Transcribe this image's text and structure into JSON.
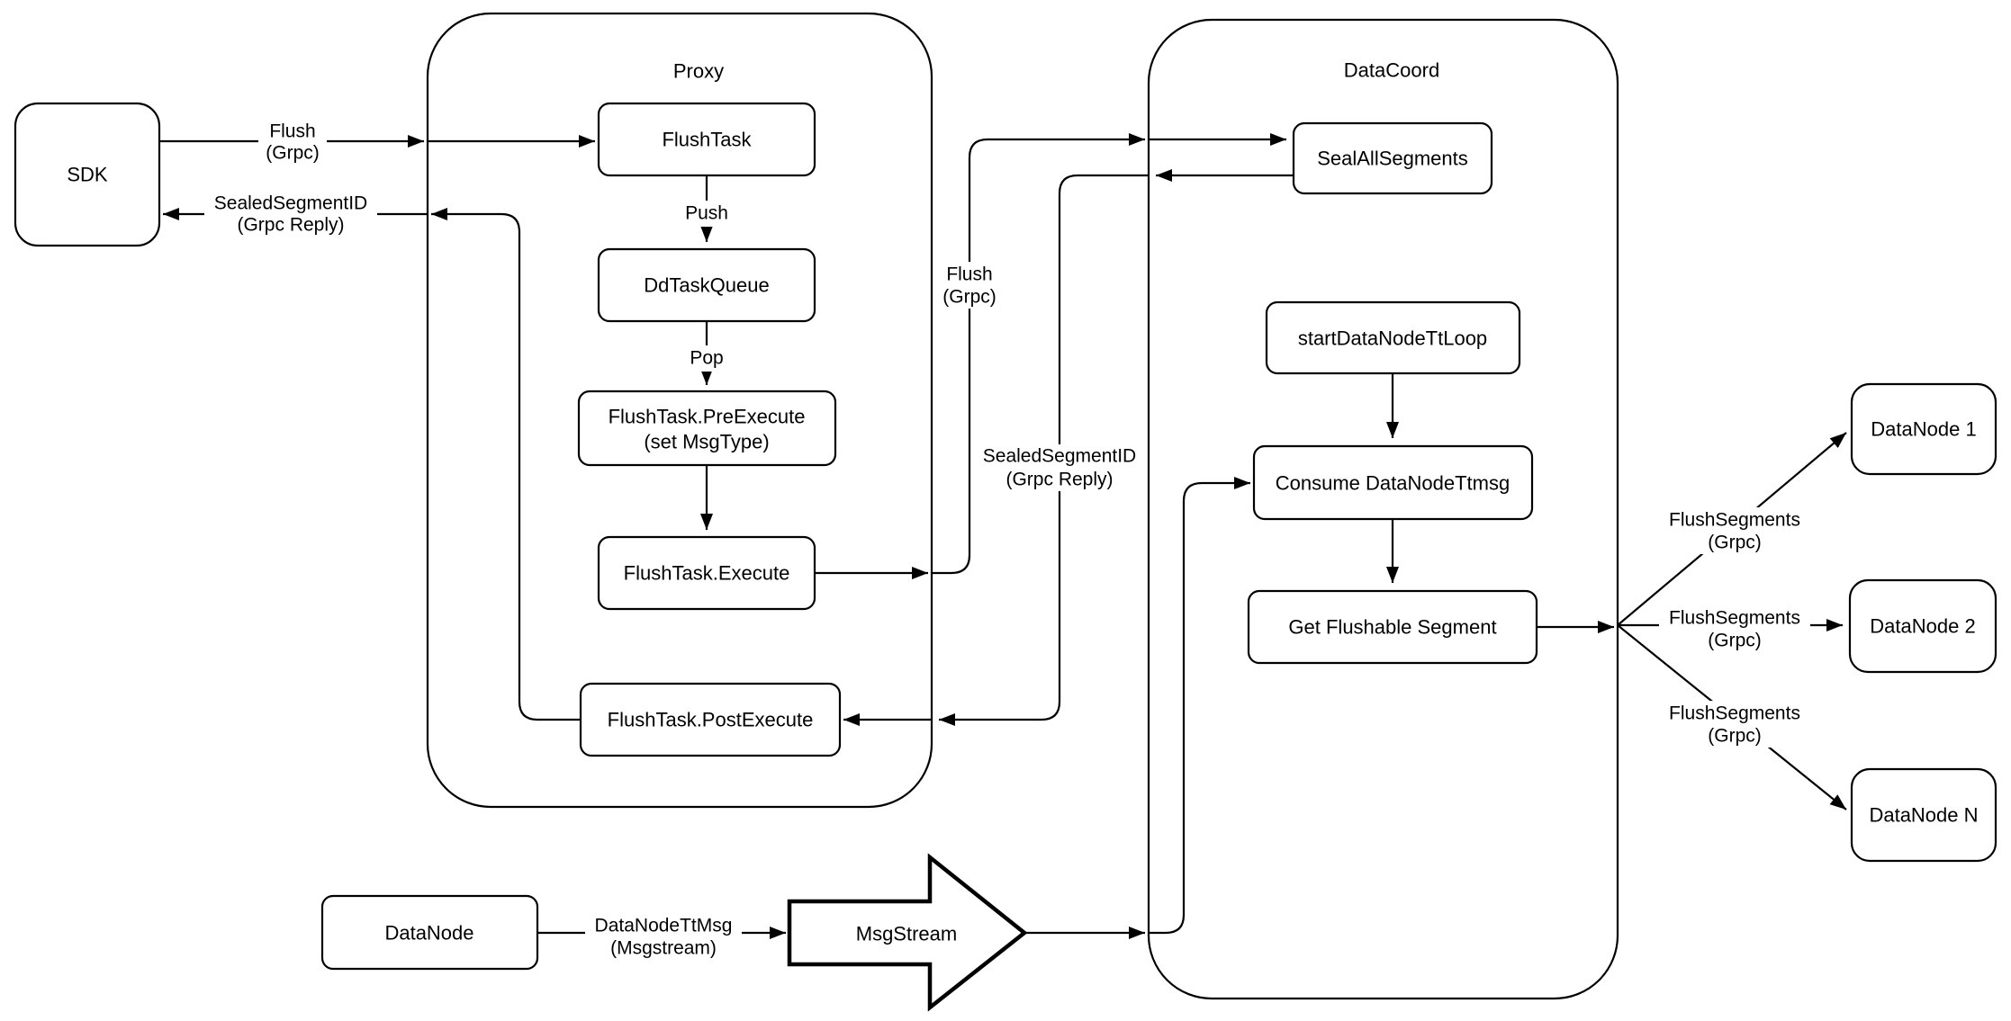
{
  "diagram": {
    "background_color": "#ffffff",
    "stroke_color": "#000000",
    "containers": {
      "proxy": {
        "title": "Proxy"
      },
      "datacoord": {
        "title": "DataCoord"
      }
    },
    "nodes": {
      "sdk": {
        "label": "SDK"
      },
      "flush_task": {
        "label": "FlushTask"
      },
      "dd_task_queue": {
        "label": "DdTaskQueue"
      },
      "pre_execute": {
        "line1": "FlushTask.PreExecute",
        "line2": "(set MsgType)"
      },
      "execute": {
        "label": "FlushTask.Execute"
      },
      "post_execute": {
        "label": "FlushTask.PostExecute"
      },
      "seal_all_segments": {
        "label": "SealAllSegments"
      },
      "start_loop": {
        "label": "startDataNodeTtLoop"
      },
      "consume": {
        "label": "Consume DataNodeTtmsg"
      },
      "get_flushable": {
        "label": "Get Flushable Segment"
      },
      "datanode1": {
        "label": "DataNode 1"
      },
      "datanode2": {
        "label": "DataNode 2"
      },
      "datanoden": {
        "label": "DataNode N"
      },
      "datanode_bottom": {
        "label": "DataNode"
      },
      "msgstream": {
        "label": "MsgStream"
      }
    },
    "edge_labels": {
      "sdk_flush": {
        "line1": "Flush",
        "line2": "(Grpc)"
      },
      "sdk_reply": {
        "line1": "SealedSegmentID",
        "line2": "(Grpc Reply)"
      },
      "push": {
        "label": "Push"
      },
      "pop": {
        "label": "Pop"
      },
      "mid_flush": {
        "line1": "Flush",
        "line2": "(Grpc)"
      },
      "mid_reply": {
        "line1": "SealedSegmentID",
        "line2": "(Grpc Reply)"
      },
      "flush_segments_1": {
        "line1": "FlushSegments",
        "line2": "(Grpc)"
      },
      "flush_segments_2": {
        "line1": "FlushSegments",
        "line2": "(Grpc)"
      },
      "flush_segments_3": {
        "line1": "FlushSegments",
        "line2": "(Grpc)"
      },
      "datanode_ttmsg": {
        "line1": "DataNodeTtMsg",
        "line2": "(Msgstream)"
      }
    }
  }
}
